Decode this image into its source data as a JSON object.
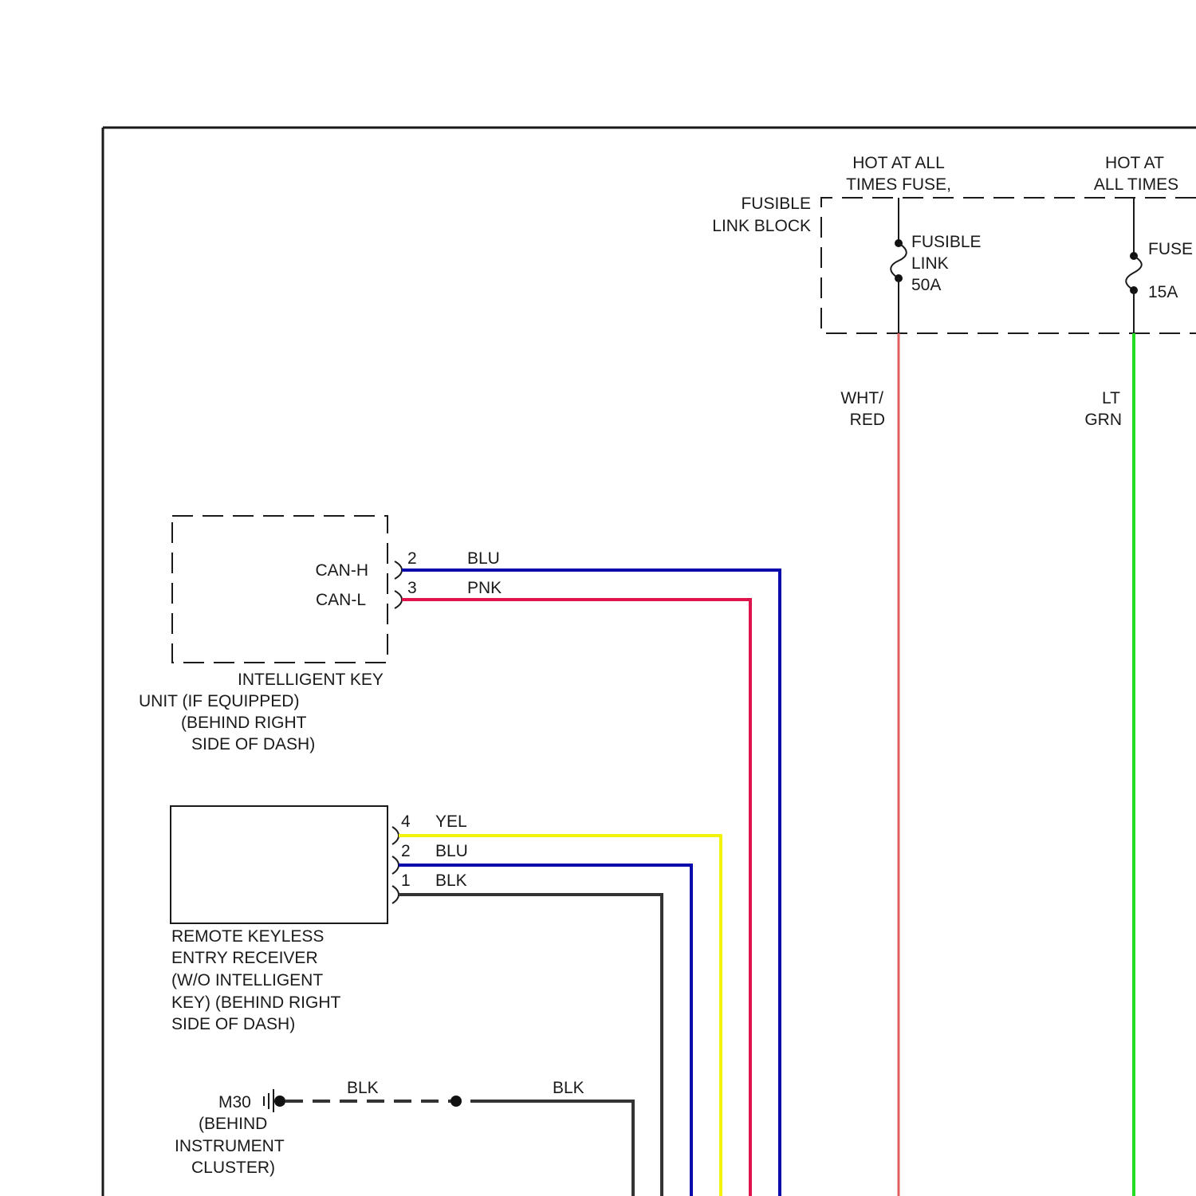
{
  "fusible_link_block": {
    "label_line1": "FUSIBLE",
    "label_line2": "LINK BLOCK",
    "left_feed": {
      "header_line1": "HOT AT ALL",
      "header_line2": "TIMES FUSE,",
      "fuse_line1": "FUSIBLE",
      "fuse_line2": "LINK",
      "fuse_rating": "50A",
      "wire_line1": "WHT/",
      "wire_line2": "RED",
      "wire_color": "#e06060"
    },
    "right_feed": {
      "header_line1": "HOT AT",
      "header_line2": "ALL TIMES",
      "fuse_label": "FUSE",
      "fuse_rating": "15A",
      "wire_line1": "LT",
      "wire_line2": "GRN",
      "wire_color": "#22dd22"
    }
  },
  "intelligent_key_unit": {
    "caption_line1": "INTELLIGENT KEY",
    "caption_line2": "UNIT (IF EQUIPPED)",
    "caption_line3": "(BEHIND RIGHT",
    "caption_line4": "SIDE OF DASH)",
    "pins": [
      {
        "name": "CAN-H",
        "pin": "2",
        "wire": "BLU",
        "color": "#0a0aaa"
      },
      {
        "name": "CAN-L",
        "pin": "3",
        "wire": "PNK",
        "color": "#e0144c"
      }
    ]
  },
  "remote_keyless_receiver": {
    "caption_line1": "REMOTE KEYLESS",
    "caption_line2": "ENTRY RECEIVER",
    "caption_line3": "(W/O INTELLIGENT",
    "caption_line4": "KEY) (BEHIND RIGHT",
    "caption_line5": "SIDE OF DASH)",
    "pins": [
      {
        "pin": "4",
        "wire": "YEL",
        "color": "#f2f20a"
      },
      {
        "pin": "2",
        "wire": "BLU",
        "color": "#0a0aaa"
      },
      {
        "pin": "1",
        "wire": "BLK",
        "color": "#333333"
      }
    ]
  },
  "ground": {
    "name": "M30",
    "location_line1": "(BEHIND",
    "location_line2": "INSTRUMENT",
    "location_line3": "CLUSTER)",
    "wire_left": "BLK",
    "wire_right": "BLK",
    "color": "#333333"
  }
}
